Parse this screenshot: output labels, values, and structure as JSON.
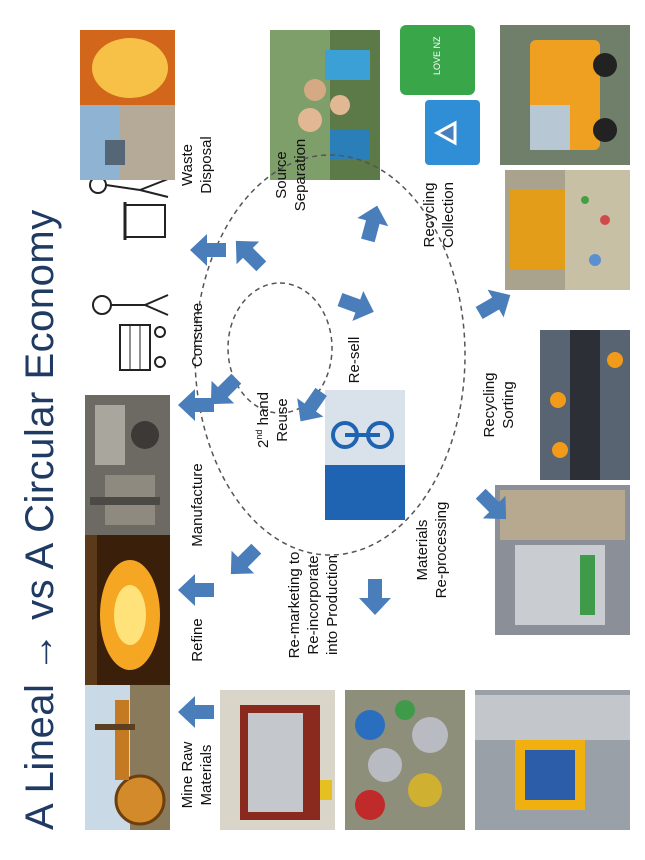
{
  "title": {
    "part1": "A Lineal",
    "arrow": "→",
    "part2": "vs A Circular Economy"
  },
  "labels": {
    "mine_line1": "Mine Raw",
    "mine_line2": "Materials",
    "refine": "Refine",
    "manufacture": "Manufacture",
    "consume": "Consume",
    "waste_line1": "Waste",
    "waste_line2": "Disposal",
    "source_line1": "Source",
    "source_line2": "Separation",
    "collection_line1": "Recycling",
    "collection_line2": "Collection",
    "sorting_line1": "Recycling",
    "sorting_line2": "Sorting",
    "reprocess_line1": "Materials",
    "reprocess_line2": "Re-processing",
    "remarket_line1": "Re-marketing to",
    "remarket_line2": "Re-incorporate",
    "remarket_line3": "into Production",
    "resell": "Re-sell",
    "reuse_prefix": "2",
    "reuse_sup": "nd",
    "reuse_suffix": " hand",
    "reuse_line2": "Reuse",
    "bin_brand": "LOVE NZ"
  },
  "colors": {
    "title": "#1f3a63",
    "arrow": "#4a7ebb",
    "dashed": "#555555"
  }
}
